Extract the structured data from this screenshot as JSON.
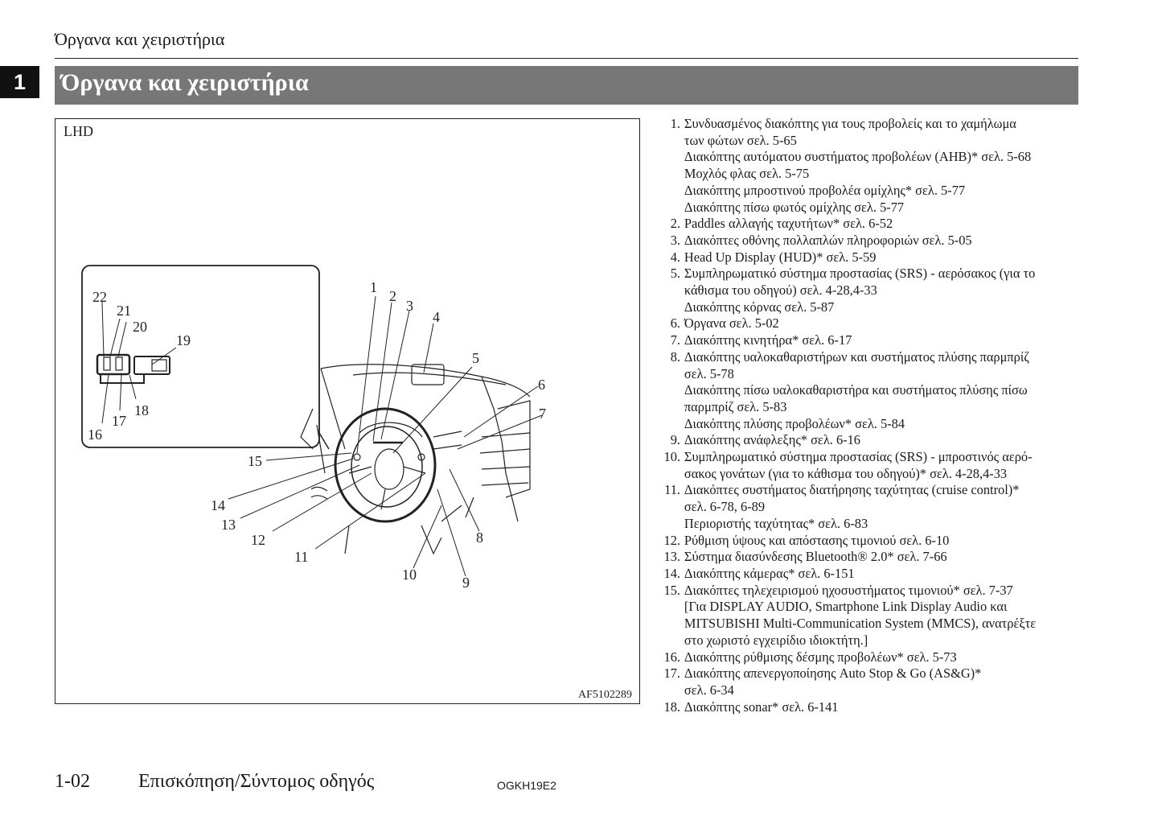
{
  "header": {
    "running_title": "Όργανα και χειριστήρια",
    "section_number": "1",
    "title": "Όργανα και χειριστήρια"
  },
  "figure": {
    "variant_label": "LHD",
    "figure_code": "AF5102289",
    "callout_numbers": [
      "1",
      "2",
      "3",
      "4",
      "5",
      "6",
      "7",
      "8",
      "9",
      "10",
      "11",
      "12",
      "13",
      "14",
      "15",
      "16",
      "17",
      "18",
      "19",
      "20",
      "21",
      "22"
    ]
  },
  "callouts": [
    {
      "num": "1.",
      "lines": [
        "Συνδυασμένος διακόπτης για τους προβολείς και το χαμήλωμα",
        "των φώτων σελ. 5-65",
        "Διακόπτης αυτόματου συστήματος προβολέων (AHB)* σελ. 5-68",
        "Μοχλός φλας σελ. 5-75",
        "Διακόπτης μπροστινού προβολέα ομίχλης* σελ. 5-77",
        "Διακόπτης πίσω φωτός ομίχλης σελ. 5-77"
      ]
    },
    {
      "num": "2.",
      "lines": [
        "Paddles αλλαγής ταχυτήτων* σελ. 6-52"
      ]
    },
    {
      "num": "3.",
      "lines": [
        "Διακόπτες οθόνης πολλαπλών πληροφοριών σελ. 5-05"
      ]
    },
    {
      "num": "4.",
      "lines": [
        "Head Up Display (HUD)* σελ. 5-59"
      ]
    },
    {
      "num": "5.",
      "lines": [
        "Συμπληρωματικό σύστημα προστασίας (SRS) - αερόσακος (για το",
        "κάθισμα του οδηγού) σελ. 4-28,4-33",
        "Διακόπτης κόρνας σελ. 5-87"
      ]
    },
    {
      "num": "6.",
      "lines": [
        "Όργανα σελ. 5-02"
      ]
    },
    {
      "num": "7.",
      "lines": [
        "Διακόπτης κινητήρα* σελ. 6-17"
      ]
    },
    {
      "num": "8.",
      "lines": [
        "Διακόπτης υαλοκαθαριστήρων και συστήματος πλύσης παρμπρίζ",
        "σελ. 5-78",
        "Διακόπτης πίσω υαλοκαθαριστήρα και συστήματος πλύσης πίσω",
        "παρμπρίζ σελ. 5-83",
        "Διακόπτης πλύσης προβολέων* σελ. 5-84"
      ]
    },
    {
      "num": "9.",
      "lines": [
        "Διακόπτης ανάφλεξης* σελ. 6-16"
      ]
    },
    {
      "num": "10.",
      "lines": [
        "Συμπληρωματικό σύστημα προστασίας (SRS) - μπροστινός αερό-",
        "σακος γονάτων (για το κάθισμα του οδηγού)* σελ. 4-28,4-33"
      ]
    },
    {
      "num": "11.",
      "lines": [
        "Διακόπτες συστήματος διατήρησης ταχύτητας (cruise control)*",
        "σελ. 6-78, 6-89",
        "Περιοριστής ταχύτητας* σελ. 6-83"
      ]
    },
    {
      "num": "12.",
      "lines": [
        "Ρύθμιση ύψους και απόστασης τιμονιού σελ. 6-10"
      ]
    },
    {
      "num": "13.",
      "lines": [
        "Σύστημα διασύνδεσης Bluetooth® 2.0* σελ. 7-66"
      ]
    },
    {
      "num": "14.",
      "lines": [
        "Διακόπτης κάμερας* σελ. 6-151"
      ]
    },
    {
      "num": "15.",
      "lines": [
        "Διακόπτες τηλεχειρισμού ηχοσυστήματος τιμονιού* σελ. 7-37",
        "[Για DISPLAY AUDIO, Smartphone Link Display Audio και",
        "MITSUBISHI Multi-Communication System (MMCS), ανατρέξτε",
        "στο χωριστό εγχειρίδιο ιδιοκτήτη.]"
      ]
    },
    {
      "num": "16.",
      "lines": [
        "Διακόπτης ρύθμισης δέσμης προβολέων* σελ. 5-73"
      ]
    },
    {
      "num": "17.",
      "lines": [
        "Διακόπτης απενεργοποίησης Auto Stop & Go (AS&G)*",
        "σελ. 6-34"
      ]
    },
    {
      "num": "18.",
      "lines": [
        "Διακόπτης sonar* σελ. 6-141"
      ]
    }
  ],
  "footer": {
    "page_number": "1-02",
    "section_name": "Επισκόπηση/Σύντομος οδηγός",
    "doc_code": "OGKH19E2"
  }
}
